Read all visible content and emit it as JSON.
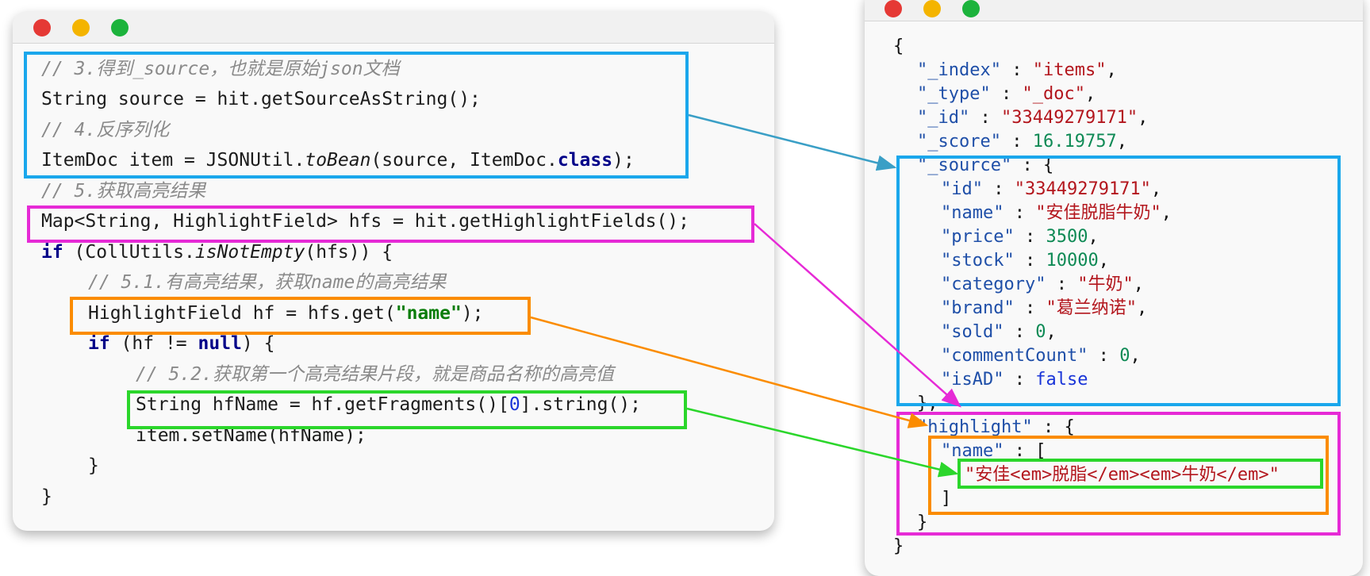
{
  "colors": {
    "blue": "#1aa7ec",
    "magenta": "#e62ad6",
    "orange": "#fb8c00",
    "green": "#2bd62b",
    "arrow_blue": "#3a9fc6",
    "arrow_magenta": "#e62ad6",
    "arrow_orange": "#fb8c00",
    "arrow_green": "#2bd62b"
  },
  "icons": {
    "close": "red-dot-icon",
    "minimize": "yellow-dot-icon",
    "maximize": "green-dot-icon"
  },
  "code": {
    "c1": "// 3.得到_source，也就是原始json文档",
    "l1": "String source = hit.getSourceAsString();",
    "c2": "// 4.反序列化",
    "l2a": "ItemDoc item = JSONUtil.",
    "l2b": "toBean",
    "l2c": "(source, ItemDoc.",
    "l2d": "class",
    "l2e": ");",
    "c3": "// 5.获取高亮结果",
    "l3": "Map<String, HighlightField> hfs = hit.getHighlightFields();",
    "l4a": "if",
    "l4b": " (CollUtils.",
    "l4c": "isNotEmpty",
    "l4d": "(hfs)) {",
    "c4": "// 5.1.有高亮结果，获取name的高亮结果",
    "l5a": "HighlightField hf = hfs.get(",
    "l5b": "\"name\"",
    "l5c": ");",
    "l6a": "if",
    "l6b": " (hf != ",
    "l6c": "null",
    "l6d": ") {",
    "c5": "// 5.2.获取第一个高亮结果片段，就是商品名称的高亮值",
    "l7a": "String hfName = hf.getFragments()[",
    "l7b": "0",
    "l7c": "].string();",
    "l8": "item.setName(hfName);",
    "l9": "}",
    "l10": "}"
  },
  "json": {
    "open": "{",
    "index_k": "\"_index\"",
    "index_v": "\"items\"",
    "type_k": "\"_type\"",
    "type_v": "\"_doc\"",
    "id_k": "\"_id\"",
    "id_v": "\"33449279171\"",
    "score_k": "\"_score\"",
    "score_v": "16.19757",
    "source_k": "\"_source\"",
    "s_id_k": "\"id\"",
    "s_id_v": "\"33449279171\"",
    "s_name_k": "\"name\"",
    "s_name_v": "\"安佳脱脂牛奶\"",
    "s_price_k": "\"price\"",
    "s_price_v": "3500",
    "s_stock_k": "\"stock\"",
    "s_stock_v": "10000",
    "s_cat_k": "\"category\"",
    "s_cat_v": "\"牛奶\"",
    "s_brand_k": "\"brand\"",
    "s_brand_v": "\"葛兰纳诺\"",
    "s_sold_k": "\"sold\"",
    "s_sold_v": "0",
    "s_cc_k": "\"commentCount\"",
    "s_cc_v": "0",
    "s_ad_k": "\"isAD\"",
    "s_ad_v": "false",
    "src_close": "},",
    "hl_k": "\"highlight\"",
    "hl_name_k": "\"name\"",
    "hl_frag": "\"安佳<em>脱脂</em><em>牛奶</em>\"",
    "arr_close": "]",
    "hl_close": "}",
    "close": "}"
  }
}
